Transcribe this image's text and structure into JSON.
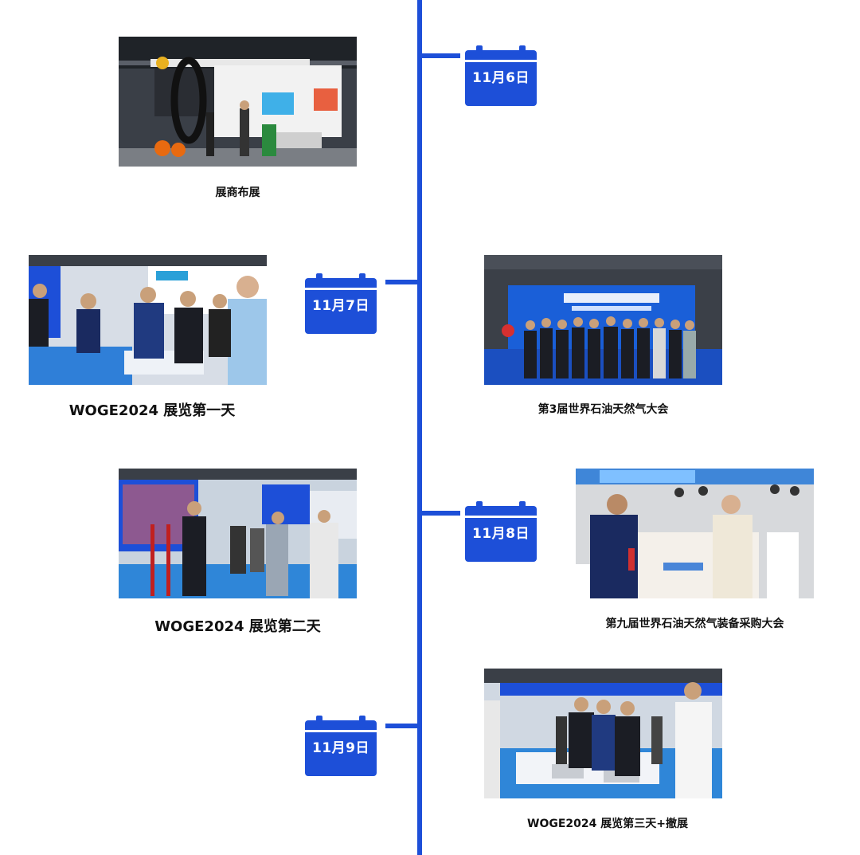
{
  "accent_color": "#1d4fd8",
  "timeline": [
    {
      "date": "11月6日",
      "icon": "calendar-icon"
    },
    {
      "date": "11月7日",
      "icon": "calendar-icon"
    },
    {
      "date": "11月8日",
      "icon": "calendar-icon"
    },
    {
      "date": "11月9日",
      "icon": "calendar-icon"
    }
  ],
  "events": [
    {
      "caption": "展商布展"
    },
    {
      "caption": "WOGE2024 展览第一天"
    },
    {
      "caption": "第3届世界石油天然气大会"
    },
    {
      "caption": "WOGE2024 展览第二天"
    },
    {
      "caption": "第九届世界石油天然气装备采购大会"
    },
    {
      "caption": "WOGE2024 展览第三天+撤展"
    }
  ]
}
